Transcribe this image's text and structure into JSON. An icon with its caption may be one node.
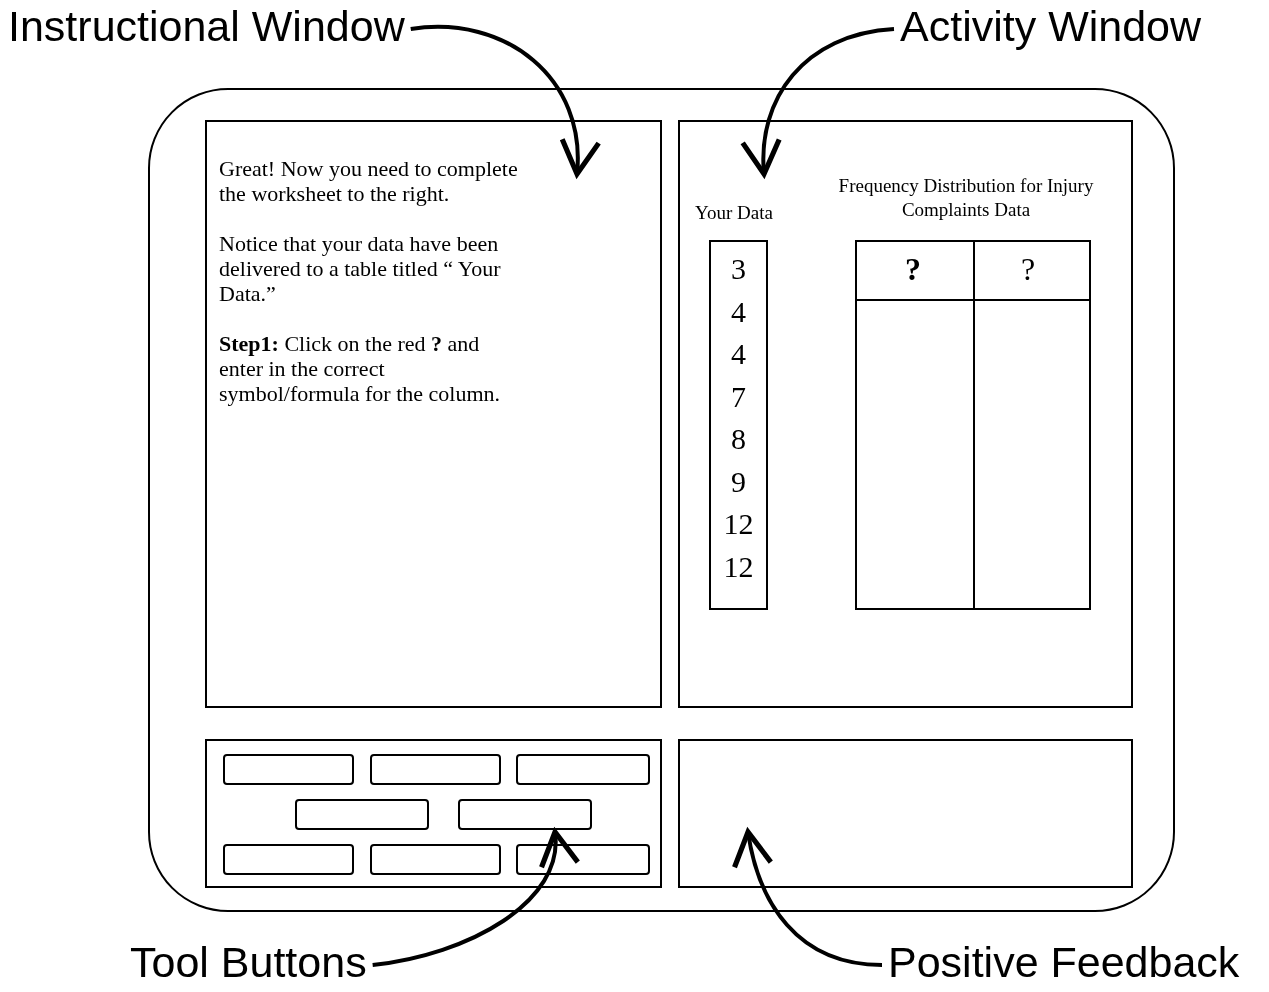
{
  "diagram": {
    "nodes": [
      {
        "text": [],
        "shape": "box"
      },
      {
        "text": [
          "Great!  Now you need to complete the worksheet to the right.",
          "Notice that your data have been delivered to a table titled “ Your Data.”",
          "**Step1:**  Click on the red **?** and enter in the correct symbol/formula for the column."
        ],
        "in": 0
      },
      {
        "text": [],
        "shape": "box",
        "in": 0
      },
      {
        "text": [
          "Your Data",
          "3",
          "4",
          "4",
          "7",
          "8",
          "9",
          "12",
          "12"
        ],
        "in": 2
      },
      {
        "text": [
          "Frequency Distribution for Injury Complaints Data",
          "?",
          "?"
        ],
        "in": 2
      },
      {
        "text": [],
        "shape": "box",
        "in": 0
      },
      {
        "text": [],
        "shape": "box",
        "in": 5
      },
      {
        "text": [],
        "shape": "box",
        "in": 5
      },
      {
        "text": [],
        "shape": "box",
        "in": 5
      },
      {
        "text": [],
        "shape": "box",
        "in": 5
      },
      {
        "text": [],
        "shape": "box",
        "in": 5
      },
      {
        "text": [],
        "shape": "box",
        "in": 5
      },
      {
        "text": [],
        "shape": "box",
        "in": 5
      },
      {
        "text": [],
        "shape": "box",
        "in": 5
      },
      {
        "text": [],
        "shape": "box",
        "in": 0
      },
      {
        "text": [
          "Instructional Window"
        ]
      },
      {
        "text": [
          "Activity Window"
        ]
      },
      {
        "text": [
          "Tool Buttons"
        ]
      },
      {
        "text": [
          "Positive Feedback"
        ]
      }
    ],
    "edges": [
      {
        "from": 15,
        "to": 1,
        "arrow": "to"
      },
      {
        "from": 16,
        "to": 2,
        "arrow": "to"
      },
      {
        "from": 17,
        "to": 5,
        "arrow": "to"
      },
      {
        "from": 18,
        "to": 14,
        "arrow": "to"
      }
    ]
  }
}
